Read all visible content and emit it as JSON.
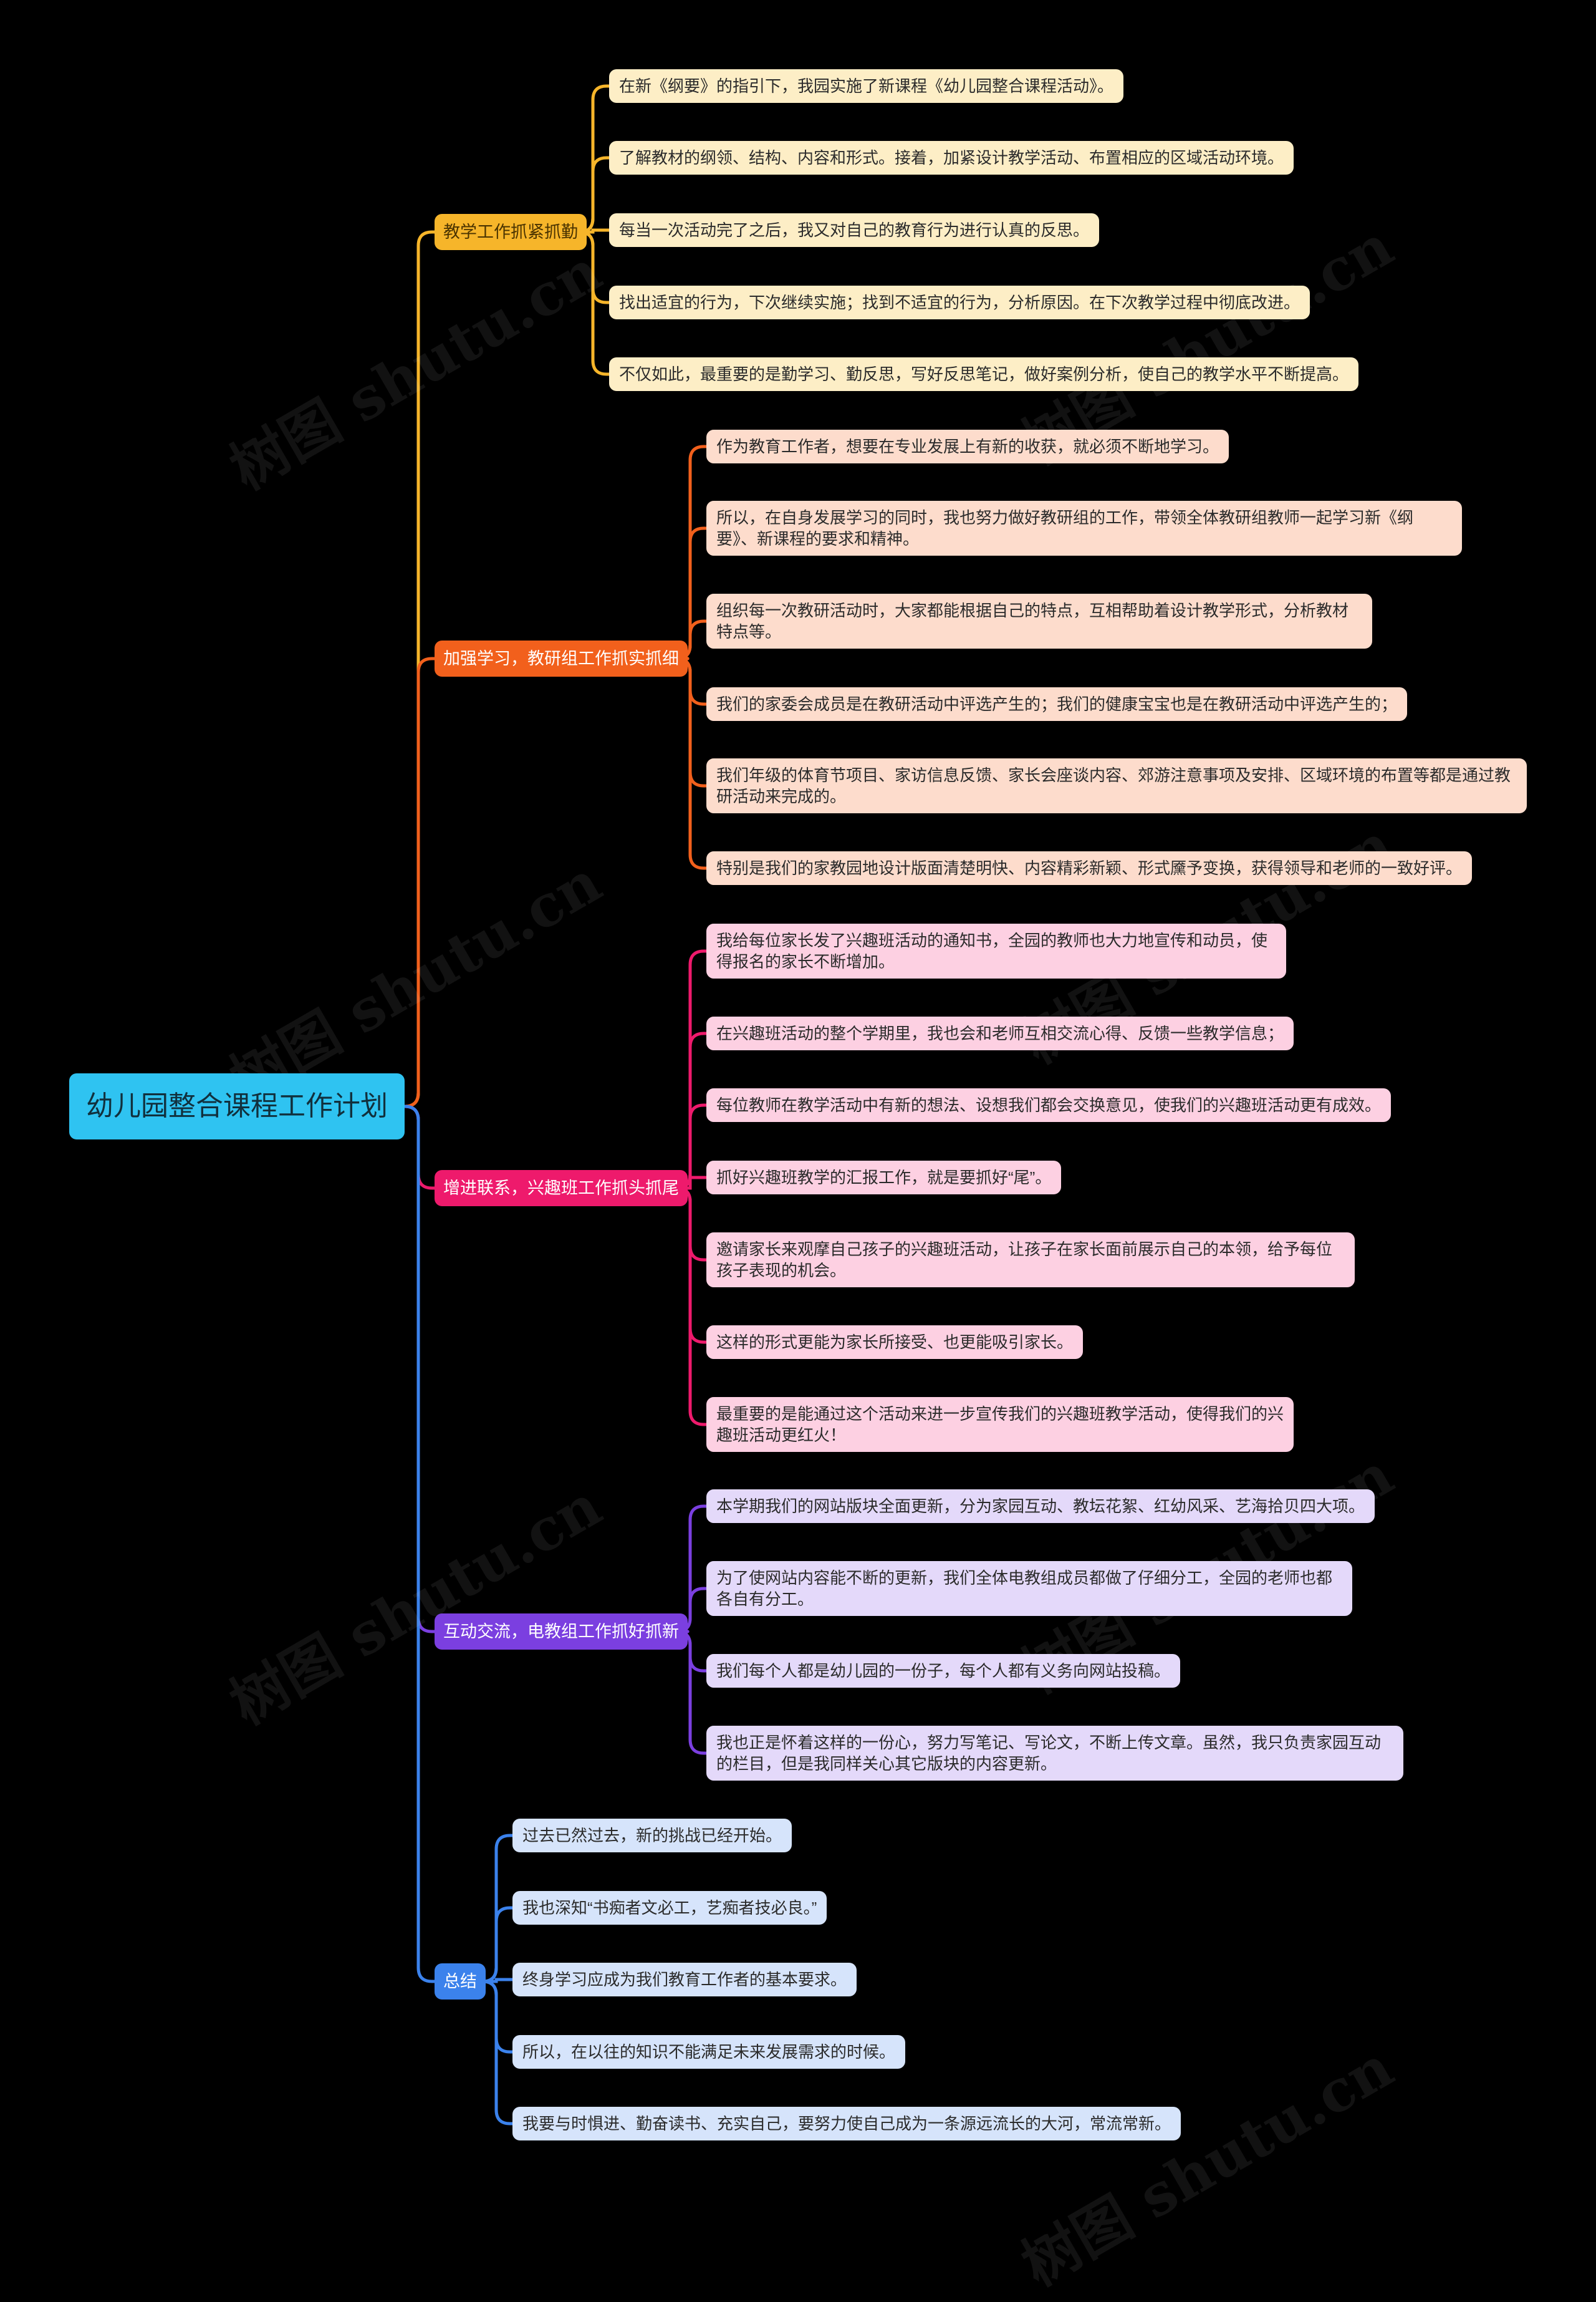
{
  "title": "幼儿园整合课程工作计划",
  "watermark": "树图 shutu.cn",
  "colors": {
    "root": "#2fc3f1",
    "canvas": "#000000"
  },
  "branches": [
    {
      "label": "教学工作抓紧抓勤",
      "color": "#f6b52a",
      "text_color": "#4a3300",
      "leaf_bg": "#fdeec6",
      "leaves": [
        "在新《纲要》的指引下，我园实施了新课程《幼儿园整合课程活动》。",
        "了解教材的纲领、结构、内容和形式。接着，加紧设计教学活动、布置相应的区域活动环境。",
        "每当一次活动完了之后，我又对自己的教育行为进行认真的反思。",
        "找出适宜的行为，下次继续实施；找到不适宜的行为，分析原因。在下次教学过程中彻底改进。",
        "不仅如此，最重要的是勤学习、勤反思，写好反思笔记，做好案例分析，使自己的教学水平不断提高。"
      ]
    },
    {
      "label": "加强学习，教研组工作抓实抓细",
      "color": "#f2601c",
      "text_color": "#ffffff",
      "leaf_bg": "#fddccc",
      "leaves": [
        "作为教育工作者，想要在专业发展上有新的收获，就必须不断地学习。",
        "所以，在自身发展学习的同时，我也努力做好教研组的工作，带领全体教研组教师一起学习新《纲要》、新课程的要求和精神。",
        "组织每一次教研活动时，大家都能根据自己的特点，互相帮助着设计教学形式，分析教材特点等。",
        "我们的家委会成员是在教研活动中评选产生的；我们的健康宝宝也是在教研活动中评选产生的；",
        "我们年级的体育节项目、家访信息反馈、家长会座谈内容、郊游注意事项及安排、区域环境的布置等都是通过教研活动来完成的。",
        "特别是我们的家教园地设计版面清楚明快、内容精彩新颖、形式黡予变换，获得领导和老师的一致好评。"
      ]
    },
    {
      "label": "增进联系，兴趣班工作抓头抓尾",
      "color": "#ee1a6c",
      "text_color": "#ffffff",
      "leaf_bg": "#fdd0e2",
      "leaves": [
        "我给每位家长发了兴趣班活动的通知书，全园的教师也大力地宣传和动员，使得报名的家长不断增加。",
        "在兴趣班活动的整个学期里，我也会和老师互相交流心得、反馈一些教学信息；",
        "每位教师在教学活动中有新的想法、设想我们都会交换意见，使我们的兴趣班活动更有成效。",
        "抓好兴趣班教学的汇报工作，就是要抓好“尾”。",
        "邀请家长来观摩自己孩子的兴趣班活动，让孩子在家长面前展示自己的本领，给予每位孩子表现的机会。",
        "这样的形式更能为家长所接受、也更能吸引家长。",
        "最重要的是能通过这个活动来进一步宣传我们的兴趣班教学活动，使得我们的兴趣班活动更红火！"
      ]
    },
    {
      "label": "互动交流，电教组工作抓好抓新",
      "color": "#7b3fe0",
      "text_color": "#ffffff",
      "leaf_bg": "#e4d9fa",
      "leaves": [
        "本学期我们的网站版块全面更新，分为家园互动、教坛花絮、红幼风采、艺海拾贝四大项。",
        "为了使网站内容能不断的更新，我们全体电教组成员都做了仔细分工，全园的老师也都各自有分工。",
        "我们每个人都是幼儿园的一份子，每个人都有义务向网站投稿。",
        "我也正是怀着这样的一份心，努力写笔记、写论文，不断上传文章。虽然，我只负责家园互动的栏目，但是我同样关心其它版块的内容更新。"
      ]
    },
    {
      "label": "总结",
      "color": "#3b82ec",
      "text_color": "#ffffff",
      "leaf_bg": "#d6e4fb",
      "leaves": [
        "过去已然过去，新的挑战已经开始。",
        "我也深知“书痴者文必工，艺痴者技必良。”",
        "终身学习应成为我们教育工作者的基本要求。",
        "所以，在以往的知识不能满足未来发展需求的时候。",
        "我要与时惧进、勤奋读书、充实自己，要努力使自己成为一条源远流长的大河，常流常新。"
      ]
    }
  ]
}
